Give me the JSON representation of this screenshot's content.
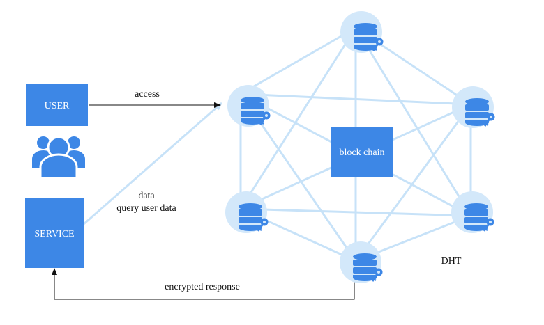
{
  "colors": {
    "box_blue": "#3d87e6",
    "node_halo": "#d3e8fa",
    "mesh_line": "#c7e2f8",
    "black_line": "#111111"
  },
  "user_box": {
    "label": "USER",
    "icon": "users-group-icon"
  },
  "service_box": {
    "label": "SERVICE"
  },
  "blockchain_box": {
    "label": "block chain"
  },
  "edges": {
    "access": "access",
    "data": "data",
    "query": "query user data",
    "response": "encrypted response"
  },
  "network": {
    "label": "DHT",
    "node_icon": "database-key-icon",
    "node_count": 6
  }
}
